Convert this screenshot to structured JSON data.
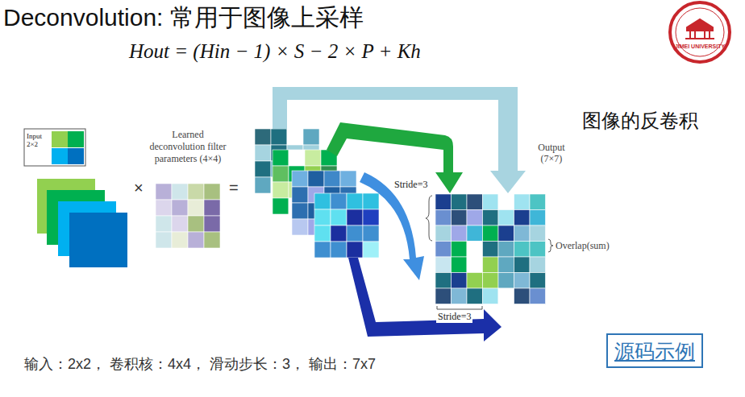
{
  "diagram": {
    "title": "Deconvolution: 常用于图像上采样",
    "caption": "输入：2x2， 卷积核：4x4， 滑动步长：3， 输出：7x7",
    "nodes": [
      {
        "text": [
          "源码示例"
        ]
      }
    ],
    "labels": [
      "Hout = (Hin − 1) × S − 2 × P + Kh",
      "Input 2×2",
      "Learned deconvolution filter parameters (4×4)",
      "×",
      "=",
      "Stride=3",
      "Output (7×7)",
      "Overlap(sum)",
      "Stride=3",
      "图像的反卷积",
      "JIMEI UNIVERSITY"
    ]
  }
}
